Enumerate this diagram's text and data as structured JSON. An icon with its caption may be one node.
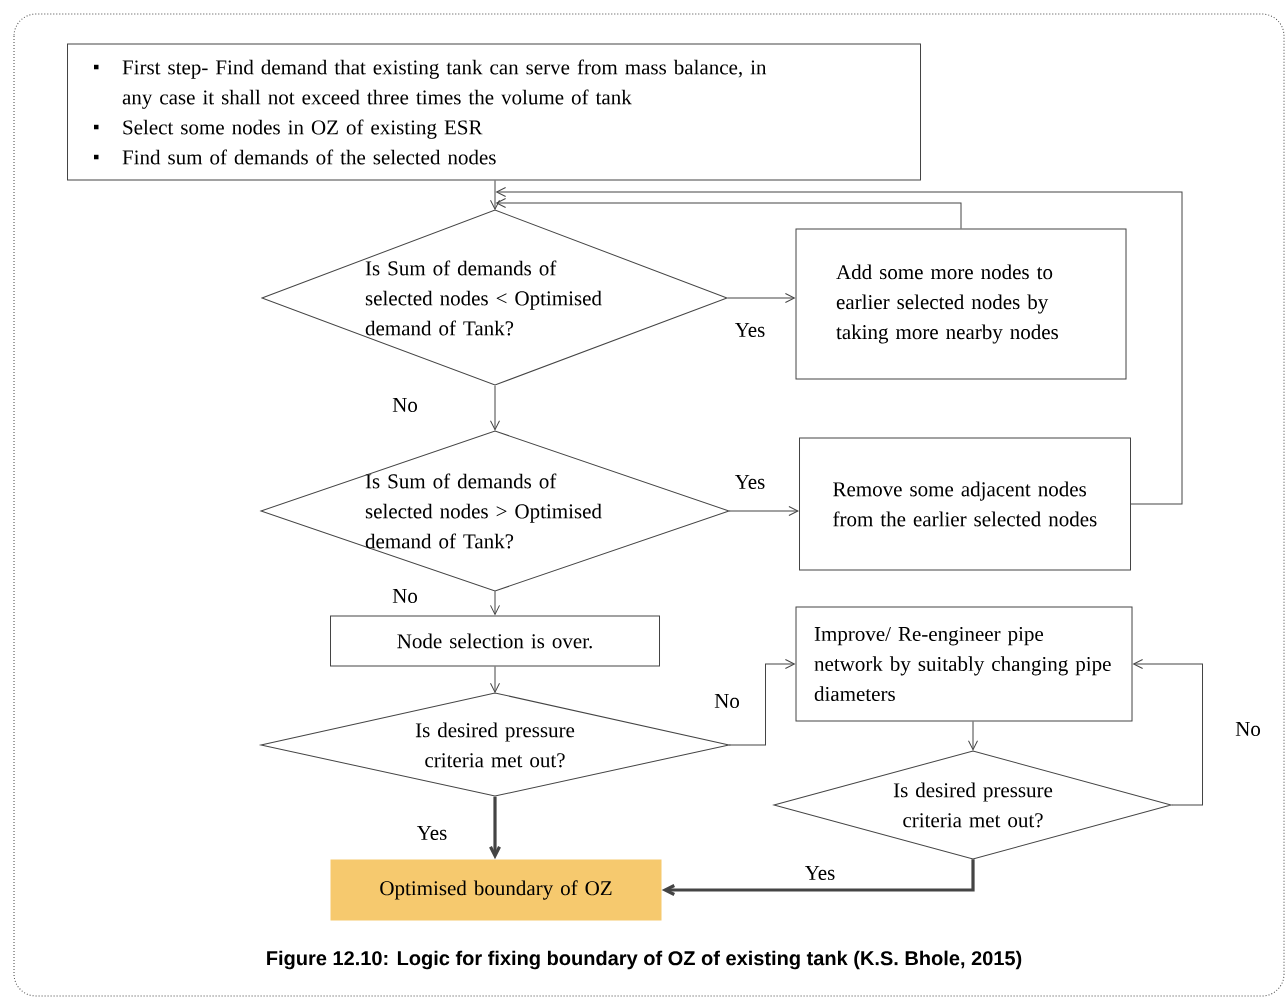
{
  "diagram": {
    "caption": "Figure 12.10: Logic for fixing boundary of OZ of existing tank (K.S. Bhole, 2015)",
    "nodes": [
      {
        "text": [
          "First step- Find demand that existing tank can serve from mass balance, in any case it shall not exceed three times the volume of tank",
          "Select some nodes in OZ of existing ESR",
          "Find sum of demands of the selected nodes"
        ]
      },
      {
        "text": [
          "Is Sum of demands of selected nodes < Optimised demand of Tank?"
        ]
      },
      {
        "text": [
          "Add some more nodes to earlier selected nodes by taking more nearby nodes"
        ]
      },
      {
        "text": [
          "Is Sum of demands of selected nodes > Optimised demand of Tank?"
        ]
      },
      {
        "text": [
          "Remove some adjacent nodes from the earlier selected nodes"
        ]
      },
      {
        "text": [
          "Node selection is over."
        ]
      },
      {
        "text": [
          "Is desired pressure criteria met out?"
        ]
      },
      {
        "text": [
          "Improve/ Re-engineer pipe network by suitably changing pipe diameters"
        ]
      },
      {
        "text": [
          "Is desired pressure criteria met out?"
        ]
      },
      {
        "text": [
          "Optimised boundary of OZ"
        ]
      }
    ],
    "edges": [
      {
        "from": 0,
        "to": 1,
        "arrow": "to"
      },
      {
        "from": 1,
        "to": 2,
        "arrow": "to",
        "label": "Yes"
      },
      {
        "from": 2,
        "to": 1,
        "arrow": "to"
      },
      {
        "from": 4,
        "to": 1,
        "arrow": "to"
      },
      {
        "from": 1,
        "to": 3,
        "arrow": "to",
        "label": "No"
      },
      {
        "from": 3,
        "to": 4,
        "arrow": "to",
        "label": "Yes"
      },
      {
        "from": 3,
        "to": 5,
        "arrow": "to",
        "label": "No"
      },
      {
        "from": 5,
        "to": 6,
        "arrow": "to"
      },
      {
        "from": 6,
        "to": 7,
        "arrow": "to",
        "label": "No"
      },
      {
        "from": 7,
        "to": 8,
        "arrow": "to"
      },
      {
        "from": 8,
        "to": 7,
        "arrow": "to",
        "label": "No"
      },
      {
        "from": 6,
        "to": 9,
        "arrow": "to",
        "label": "Yes",
        "style": "thick"
      },
      {
        "from": 8,
        "to": 9,
        "arrow": "to",
        "label": "Yes",
        "style": "thick"
      }
    ]
  }
}
